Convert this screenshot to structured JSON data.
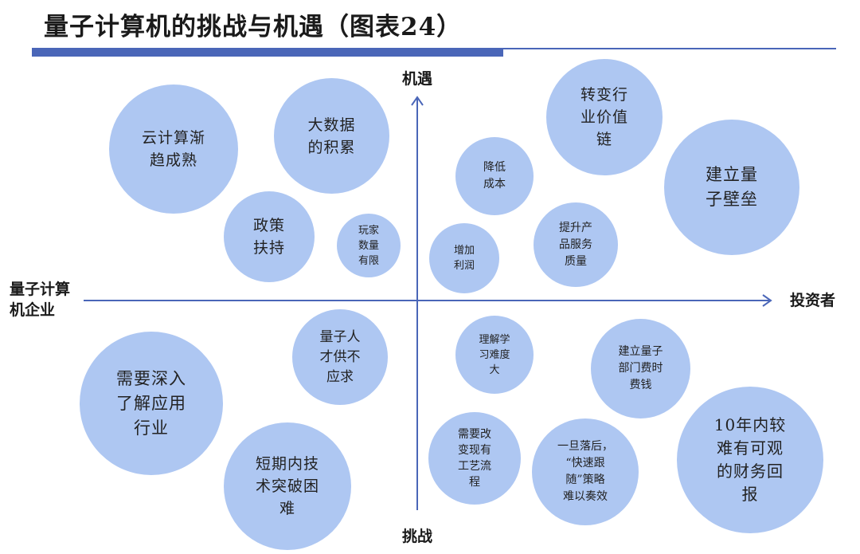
{
  "title": "量子计算机的挑战与机遇（图表24）",
  "axes": {
    "top": "机遇",
    "bottom": "挑战",
    "left": "量子计算\n机企业",
    "right": "投资者"
  },
  "bubbles": [
    {
      "text": "云计算渐\n趋成熟"
    },
    {
      "text": "大数据\n的积累"
    },
    {
      "text": "政策\n扶持"
    },
    {
      "text": "玩家\n数量\n有限"
    },
    {
      "text": "转变行\n业价值\n链"
    },
    {
      "text": "降低\n成本"
    },
    {
      "text": "建立量\n子壁垒"
    },
    {
      "text": "增加\n利润"
    },
    {
      "text": "提升产\n品服务\n质量"
    },
    {
      "text": "量子人\n才供不\n应求"
    },
    {
      "text": "理解学\n习难度\n大"
    },
    {
      "text": "建立量子\n部门费时\n费钱"
    },
    {
      "text": "需要深入\n了解应用\n行业"
    },
    {
      "text": "需要改\n变现有\n工艺流\n程"
    },
    {
      "text": "10年内较\n难有可观\n的财务回\n报"
    },
    {
      "text": "短期内技\n术突破困\n难"
    },
    {
      "text": "一旦落后，\n“快速跟\n随”策略\n难以奏效"
    }
  ]
}
